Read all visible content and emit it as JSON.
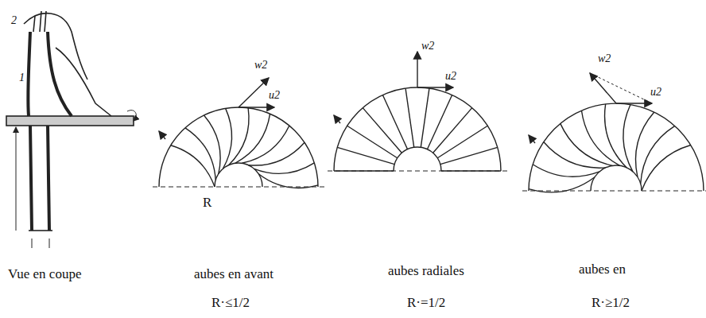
{
  "diagram": {
    "labels": [
      "Vue en coupe",
      "aubes en avant",
      "aubes radiales",
      "aubes en",
      "R·≤1/2",
      "R·=1/2",
      "R·≥1/2",
      "R",
      "1",
      "2",
      "w2",
      "u2",
      "w2",
      "u2",
      "w2",
      "u2"
    ]
  }
}
